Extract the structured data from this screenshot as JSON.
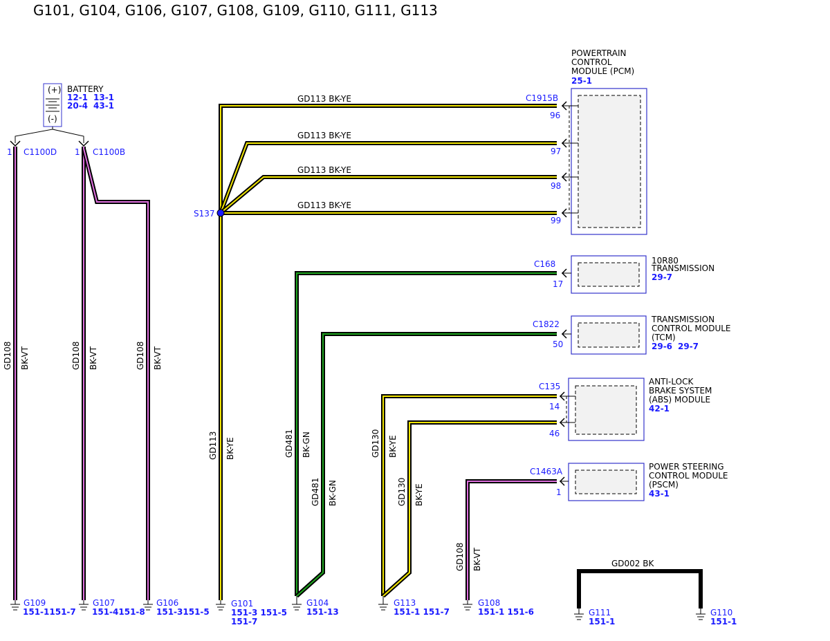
{
  "title": "G101, G104, G106, G107, G108, G109, G110, G111, G113",
  "colors": {
    "connector_text": "#1a1aff",
    "wire_bk_vt_stripe": "#e070e0",
    "wire_bk_ye_stripe": "#f2e600",
    "wire_bk_gn_stripe": "#1fa51f",
    "module_fill": "#f2f2f2",
    "module_border": "#3333cc"
  },
  "battery": {
    "label": "BATTERY",
    "plus": "(+)",
    "minus": "(-)",
    "ref1": "12-1",
    "ref2": "13-1",
    "ref3": "20-4",
    "ref4": "43-1",
    "conn_left": "C1100D",
    "conn_right": "C1100B",
    "pin_left": "1",
    "pin_right": "1"
  },
  "wires": {
    "bk_vt_circuit": "GD108",
    "bk_vt_color": "BK-VT",
    "gd113": "GD113",
    "gd113_color": "BK-YE",
    "gd113_top": "GD113  BK-YE",
    "gd481": "GD481",
    "gd481_color": "BK-GN",
    "gd130": "GD130",
    "gd130_color": "BK-YE",
    "gd002": "GD002  BK"
  },
  "splice": {
    "label": "S137"
  },
  "pcm": {
    "name1": "POWERTRAIN",
    "name2": "CONTROL",
    "name3": "MODULE (PCM)",
    "ref": "25-1",
    "connector": "C1915B",
    "pins": [
      "96",
      "97",
      "98",
      "99"
    ]
  },
  "trans": {
    "name1": "10R80",
    "name2": "TRANSMISSION",
    "ref": "29-7",
    "connector": "C168",
    "pin": "17"
  },
  "tcm": {
    "name1": "TRANSMISSION",
    "name2": "CONTROL MODULE",
    "name3": "(TCM)",
    "ref1": "29-6",
    "ref2": "29-7",
    "connector": "C1822",
    "pin": "50"
  },
  "abs": {
    "name1": "ANTI-LOCK",
    "name2": "BRAKE SYSTEM",
    "name3": "(ABS) MODULE",
    "ref": "42-1",
    "connector": "C135",
    "pin1": "14",
    "pin2": "46"
  },
  "pscm": {
    "name1": "POWER STEERING",
    "name2": "CONTROL MODULE",
    "name3": "(PSCM)",
    "ref": "43-1",
    "connector": "C1463A",
    "pin": "1"
  },
  "grounds": {
    "g109": {
      "name": "G109",
      "refs": "151-1151-7"
    },
    "g107": {
      "name": "G107",
      "refs": "151-4151-8"
    },
    "g106": {
      "name": "G106",
      "refs": "151-3151-5"
    },
    "g101": {
      "name": "G101",
      "refs1": "151-3 151-5",
      "refs2": "151-7"
    },
    "g104": {
      "name": "G104",
      "refs": "151-13"
    },
    "g113": {
      "name": "G113",
      "refs": "151-1 151-7"
    },
    "g108": {
      "name": "G108",
      "refs": "151-1 151-6"
    },
    "g111": {
      "name": "G111",
      "refs": "151-1"
    },
    "g110": {
      "name": "G110",
      "refs": "151-1"
    }
  }
}
